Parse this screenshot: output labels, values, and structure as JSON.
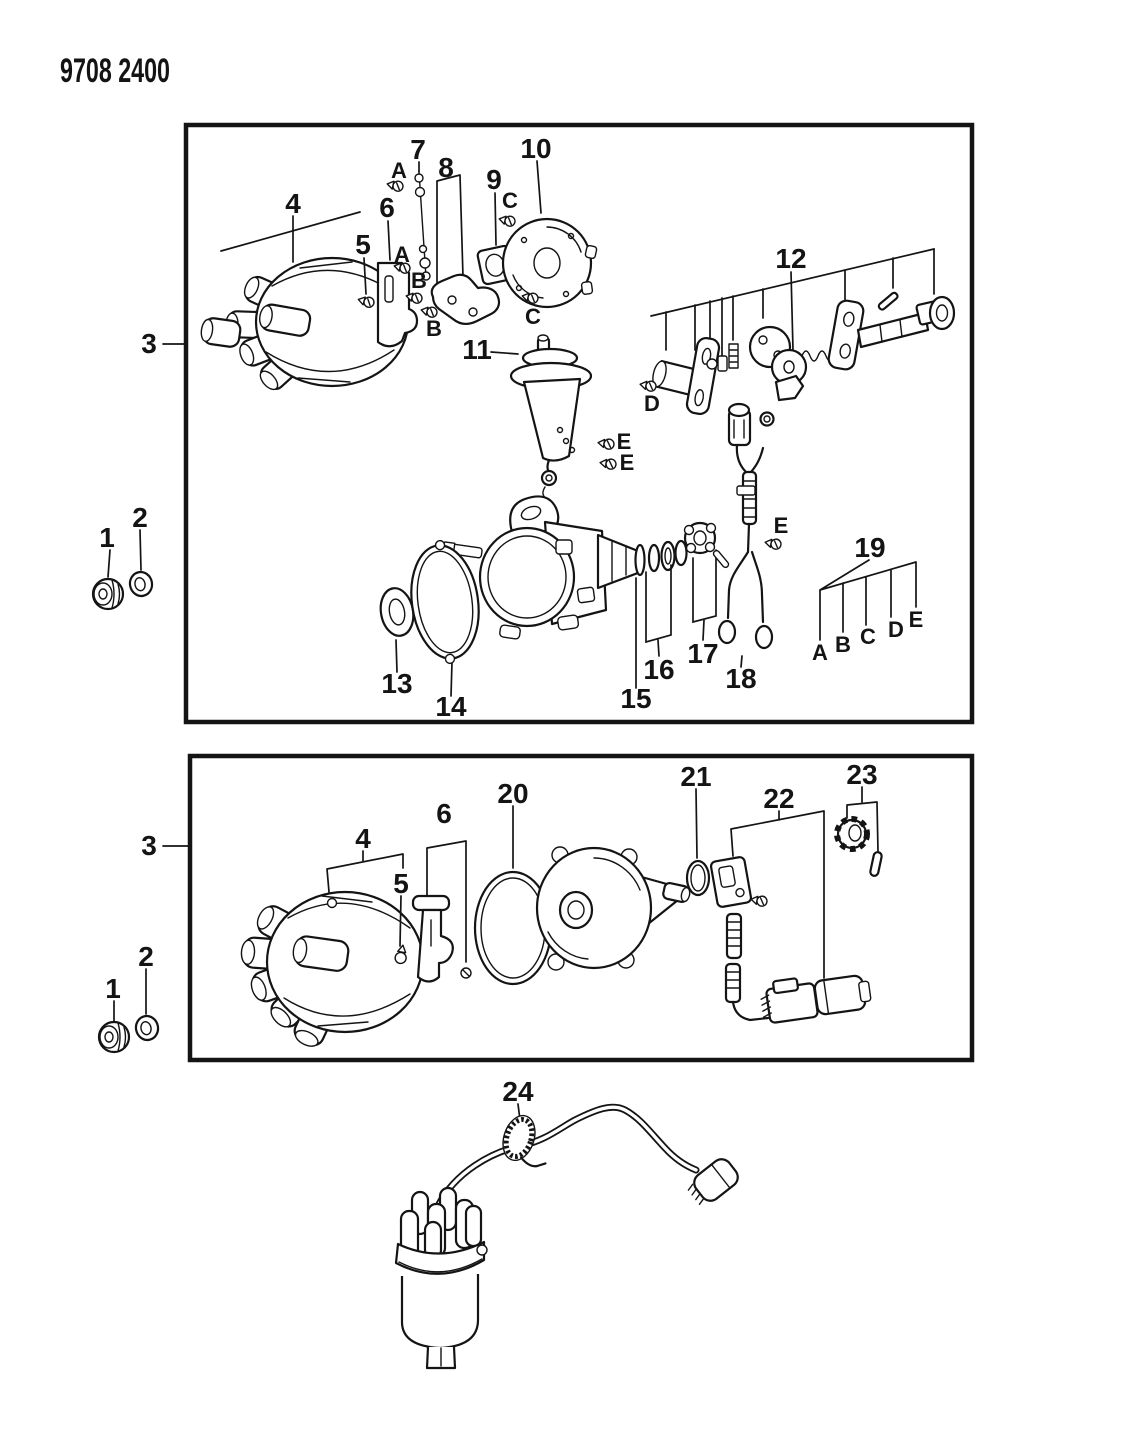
{
  "page": {
    "code": "9708 2400",
    "background": "#ffffff",
    "ink": "#141414"
  },
  "labels": {
    "1": "1",
    "2": "2",
    "3": "3",
    "4": "4",
    "5": "5",
    "6": "6",
    "7": "7",
    "8": "8",
    "9": "9",
    "10": "10",
    "11": "11",
    "12": "12",
    "13": "13",
    "14": "14",
    "15": "15",
    "16": "16",
    "17": "17",
    "18": "18",
    "19": "19",
    "20": "20",
    "21": "21",
    "22": "22",
    "23": "23",
    "24": "24",
    "A": "A",
    "B": "B",
    "C": "C",
    "D": "D",
    "E": "E"
  }
}
